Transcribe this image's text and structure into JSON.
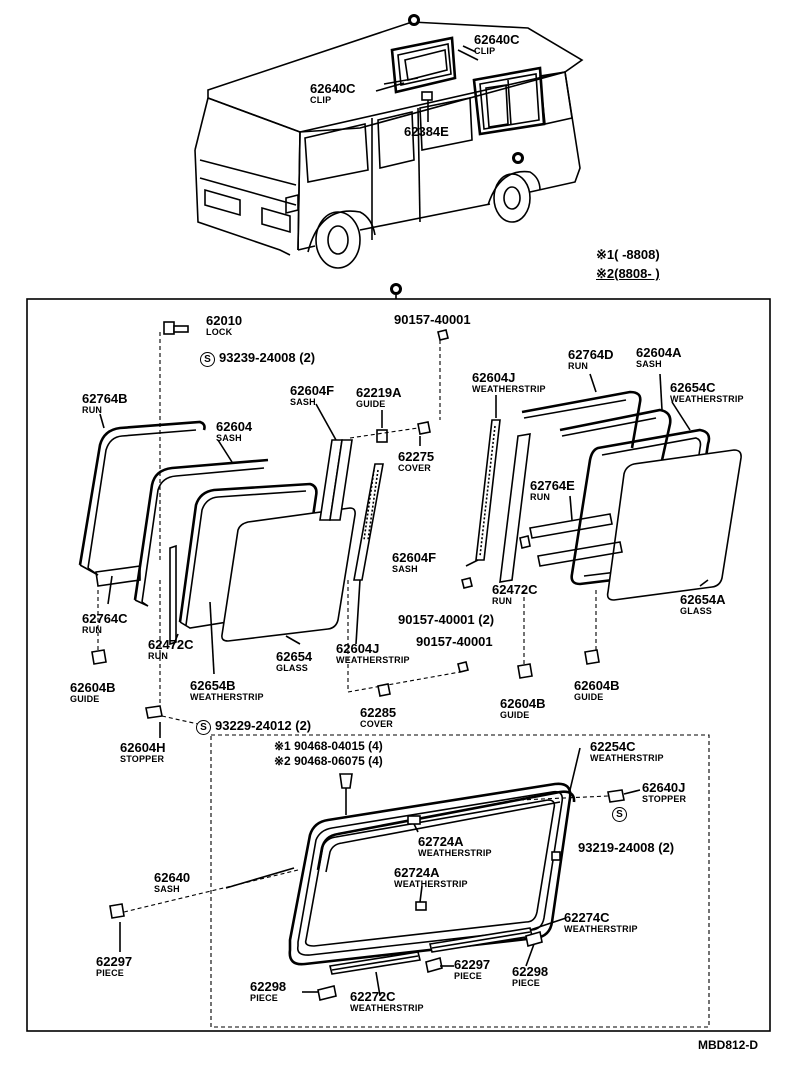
{
  "diagram": {
    "code": "MBD812-D",
    "notes": [
      {
        "mark": "※1",
        "range": "(      -8808)"
      },
      {
        "mark": "※2",
        "range": "(8808-      )"
      }
    ],
    "s_mark": "S",
    "parts": {
      "p62640C_top": {
        "no": "62640C",
        "name": "CLIP"
      },
      "p62640C_left": {
        "no": "62640C",
        "name": "CLIP"
      },
      "p62384E": {
        "no": "62384E",
        "name": ""
      },
      "p62010": {
        "no": "62010",
        "name": "LOCK"
      },
      "p93239": {
        "no": "93239-24008 (2)",
        "name": ""
      },
      "p90157_top": {
        "no": "90157-40001",
        "name": ""
      },
      "p62764B": {
        "no": "62764B",
        "name": "RUN"
      },
      "p62604": {
        "no": "62604",
        "name": "SASH"
      },
      "p62604F_top": {
        "no": "62604F",
        "name": "SASH"
      },
      "p62219A": {
        "no": "62219A",
        "name": "GUIDE"
      },
      "p62275": {
        "no": "62275",
        "name": "COVER"
      },
      "p62604J_right": {
        "no": "62604J",
        "name": "WEATHERSTRIP"
      },
      "p62764D": {
        "no": "62764D",
        "name": "RUN"
      },
      "p62604A": {
        "no": "62604A",
        "name": "SASH"
      },
      "p62654C": {
        "no": "62654C",
        "name": "WEATHERSTRIP"
      },
      "p62764E": {
        "no": "62764E",
        "name": "RUN"
      },
      "p62604F_mid": {
        "no": "62604F",
        "name": "SASH"
      },
      "p62472C_right": {
        "no": "62472C",
        "name": "RUN"
      },
      "p90157_mid": {
        "no": "90157-40001 (2)",
        "name": ""
      },
      "p90157_low": {
        "no": "90157-40001",
        "name": ""
      },
      "p62654A": {
        "no": "62654A",
        "name": "GLASS"
      },
      "p62764C": {
        "no": "62764C",
        "name": "RUN"
      },
      "p62472C_left": {
        "no": "62472C",
        "name": "RUN"
      },
      "p62654": {
        "no": "62654",
        "name": "GLASS"
      },
      "p62604J_mid": {
        "no": "62604J",
        "name": "WEATHERSTRIP"
      },
      "p62604B_left": {
        "no": "62604B",
        "name": "GUIDE"
      },
      "p62654B": {
        "no": "62654B",
        "name": "WEATHERSTRIP"
      },
      "p62285": {
        "no": "62285",
        "name": "COVER"
      },
      "p62604B_mid": {
        "no": "62604B",
        "name": "GUIDE"
      },
      "p62604B_right": {
        "no": "62604B",
        "name": "GUIDE"
      },
      "p62604H": {
        "no": "62604H",
        "name": "STOPPER"
      },
      "p93229": {
        "no": "93229-24012 (2)",
        "name": ""
      },
      "p90468_1": {
        "no": "※1 90468-04015 (4)",
        "name": ""
      },
      "p90468_2": {
        "no": "※2 90468-06075 (4)",
        "name": ""
      },
      "p62254C": {
        "no": "62254C",
        "name": "WEATHERSTRIP"
      },
      "p62640J": {
        "no": "62640J",
        "name": "STOPPER"
      },
      "p93219": {
        "no": "93219-24008 (2)",
        "name": ""
      },
      "p62724A_1": {
        "no": "62724A",
        "name": "WEATHERSTRIP"
      },
      "p62724A_2": {
        "no": "62724A",
        "name": "WEATHERSTRIP"
      },
      "p62640": {
        "no": "62640",
        "name": "SASH"
      },
      "p62297_left": {
        "no": "62297",
        "name": "PIECE"
      },
      "p62274C": {
        "no": "62274C",
        "name": "WEATHERSTRIP"
      },
      "p62297_mid": {
        "no": "62297",
        "name": "PIECE"
      },
      "p62298_right": {
        "no": "62298",
        "name": "PIECE"
      },
      "p62298_left": {
        "no": "62298",
        "name": "PIECE"
      },
      "p62272C": {
        "no": "62272C",
        "name": "WEATHERSTRIP"
      }
    }
  }
}
